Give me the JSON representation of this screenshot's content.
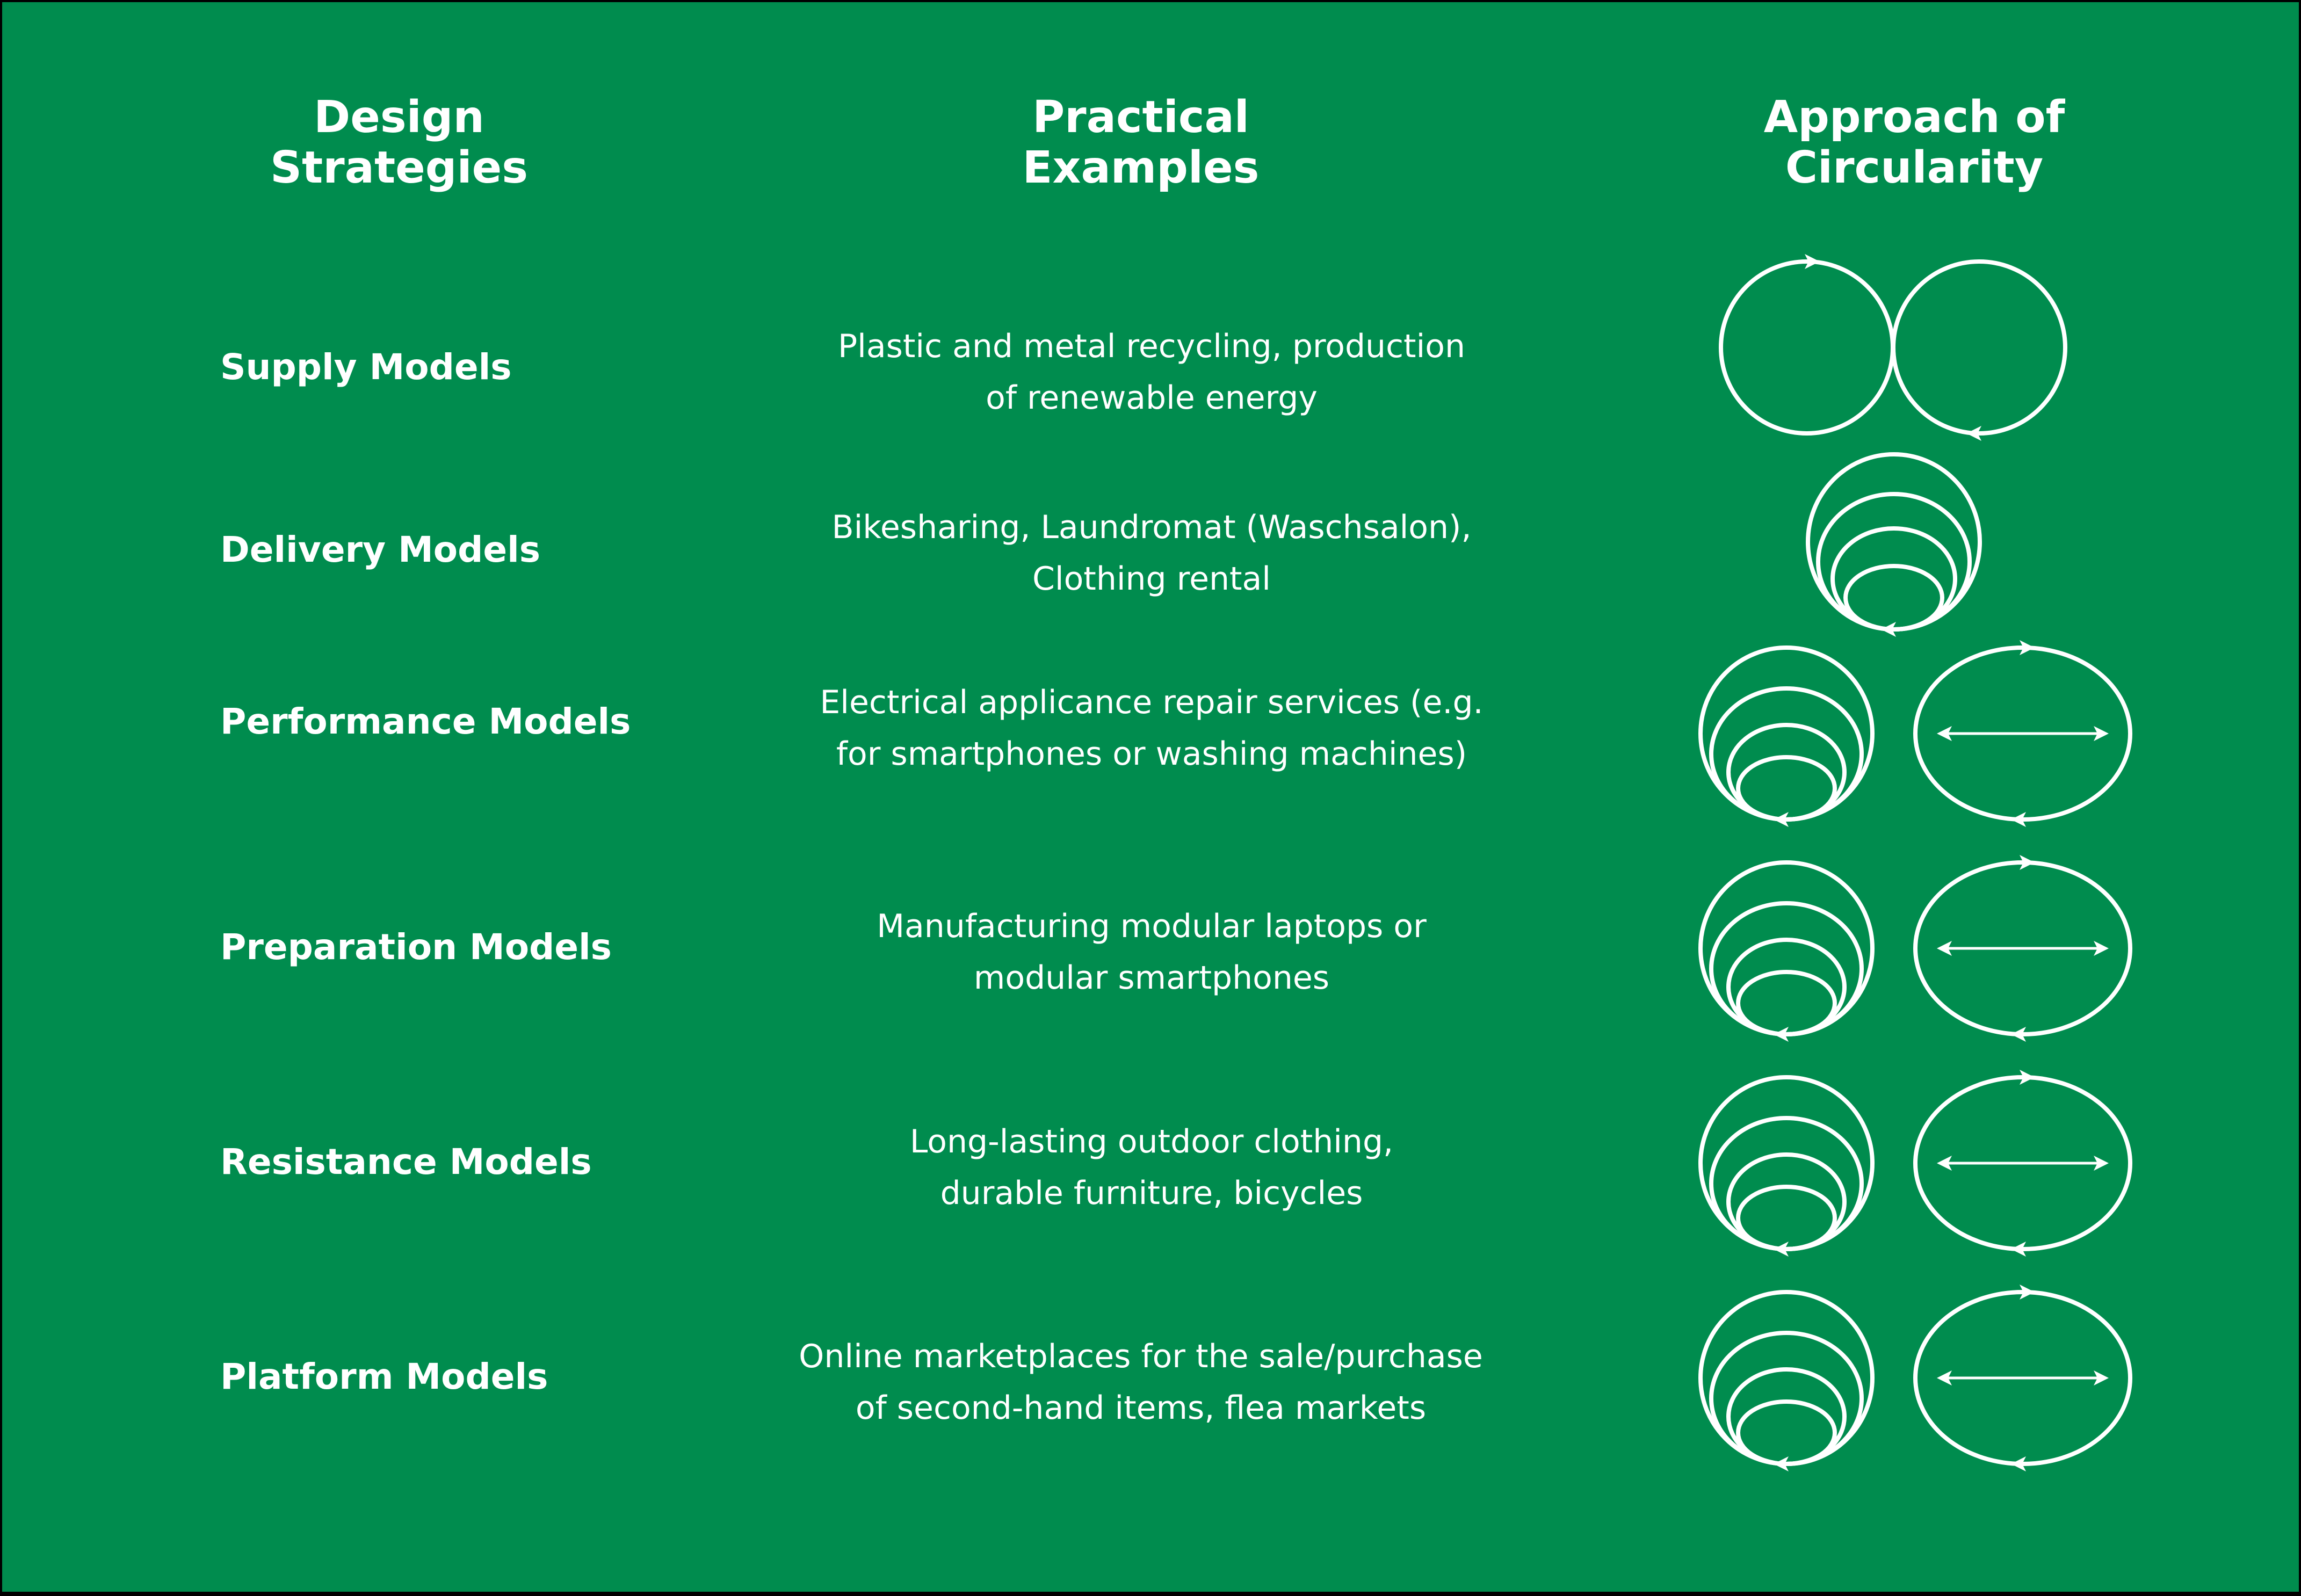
{
  "headers": {
    "strategies": "Design\nStrategies",
    "examples": "Practical\nExamples",
    "circularity": "Approach of\nCircularity"
  },
  "rows": [
    {
      "strategy": "Supply Models",
      "example": "Plastic and metal recycling, production\nof renewable energy",
      "icon": "figure-eight-loop-icon"
    },
    {
      "strategy": "Delivery Models",
      "example": "Bikesharing, Laundromat (Waschsalon),\nClothing rental",
      "icon": "nested-loops-icon"
    },
    {
      "strategy": "Performance Models",
      "example": "Electrical applicance repair services (e.g.\nfor smartphones or washing machines)",
      "icon": "nested-loops-and-extended-loop-icon"
    },
    {
      "strategy": "Preparation Models",
      "example": "Manufacturing modular laptops or\nmodular smartphones",
      "icon": "nested-loops-and-extended-loop-icon"
    },
    {
      "strategy": "Resistance Models",
      "example": "Long-lasting outdoor clothing,\ndurable furniture, bicycles",
      "icon": "nested-loops-and-extended-loop-icon"
    },
    {
      "strategy": "Platform Models",
      "example": "Online marketplaces for the sale/purchase\nof second-hand items, flea markets",
      "icon": "nested-loops-and-extended-loop-icon"
    }
  ],
  "colors": {
    "background": "#008c4e",
    "foreground": "#ffffff",
    "border": "#000000"
  }
}
